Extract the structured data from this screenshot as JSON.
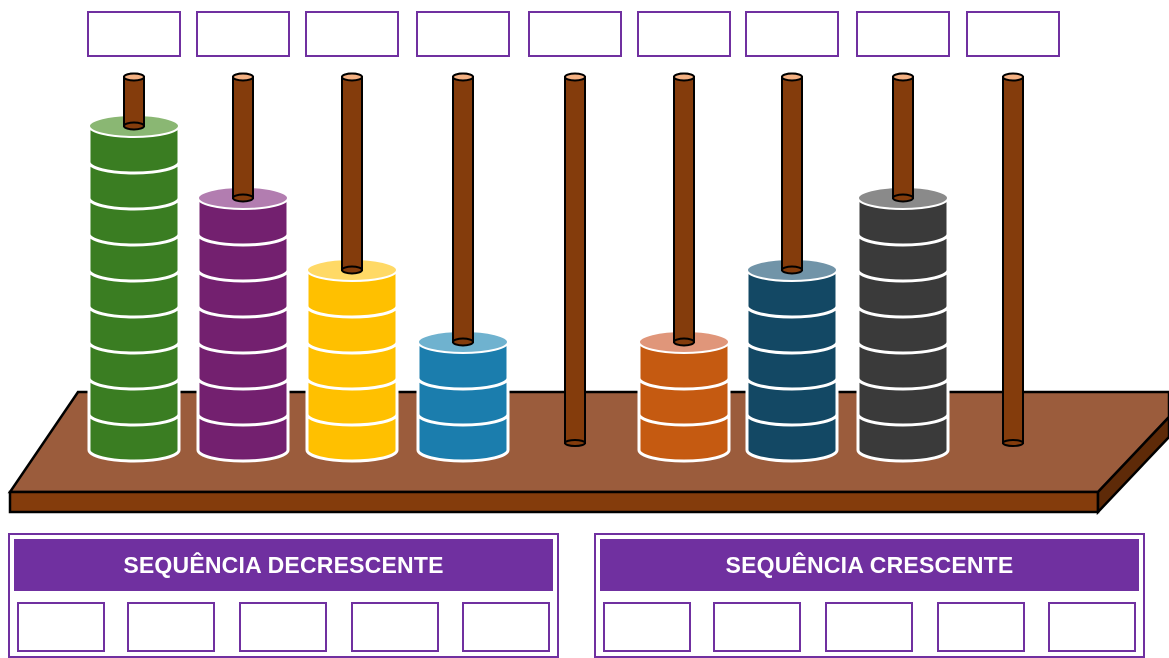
{
  "colors": {
    "accent": "#7030a0",
    "base_top": "#9b5c3c",
    "rod": "#843c0c",
    "rod_top": "#f4b183"
  },
  "rods": [
    {
      "beads": 9,
      "color": "#3a7d22",
      "top_color": "#8ab773",
      "bead_icon": "green-bead-icon"
    },
    {
      "beads": 7,
      "color": "#73206f",
      "top_color": "#b27db0",
      "bead_icon": "purple-bead-icon"
    },
    {
      "beads": 5,
      "color": "#ffc000",
      "top_color": "#ffd966",
      "bead_icon": "yellow-bead-icon"
    },
    {
      "beads": 3,
      "color": "#1b7dad",
      "top_color": "#6fb2cf",
      "bead_icon": "blue-bead-icon"
    },
    {
      "beads": 0,
      "color": "",
      "top_color": "",
      "bead_icon": ""
    },
    {
      "beads": 3,
      "color": "#c55a11",
      "top_color": "#e0967a",
      "bead_icon": "orange-bead-icon"
    },
    {
      "beads": 5,
      "color": "#134864",
      "top_color": "#7194a8",
      "bead_icon": "navy-bead-icon"
    },
    {
      "beads": 7,
      "color": "#3a3a3a",
      "top_color": "#8a8a8a",
      "bead_icon": "gray-bead-icon"
    },
    {
      "beads": 0,
      "color": "",
      "top_color": "",
      "bead_icon": ""
    }
  ],
  "answer_boxes": [
    "",
    "",
    "",
    "",
    "",
    "",
    "",
    "",
    ""
  ],
  "panels": {
    "decreasing": {
      "title": "SEQUÊNCIA DECRESCENTE",
      "slots": [
        "",
        "",
        "",
        "",
        ""
      ]
    },
    "increasing": {
      "title": "SEQUÊNCIA CRESCENTE",
      "slots": [
        "",
        "",
        "",
        "",
        ""
      ]
    }
  }
}
